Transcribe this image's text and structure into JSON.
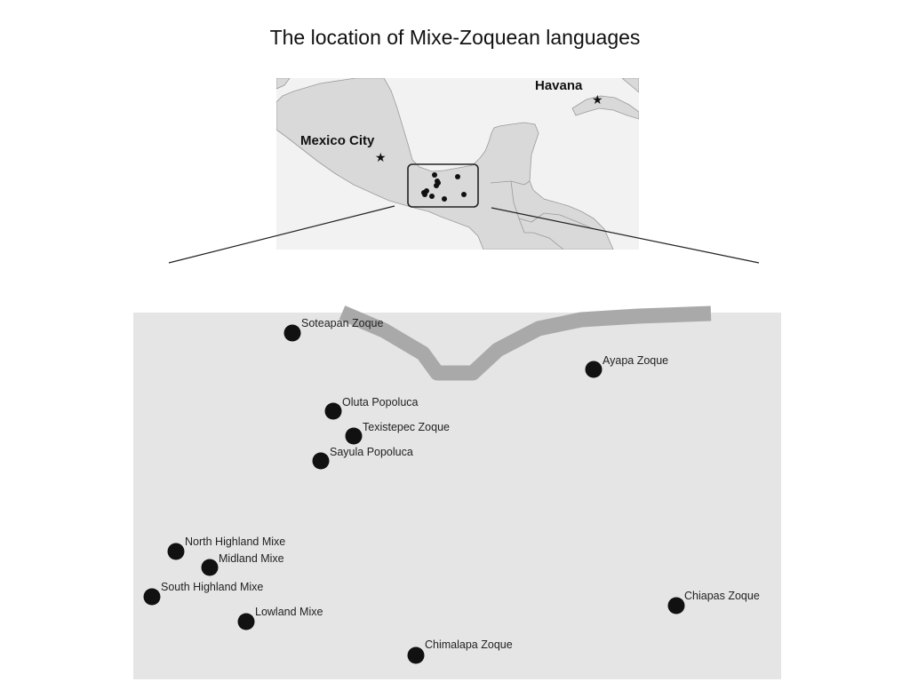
{
  "title": "The location of Mixe-Zoquean languages",
  "colors": {
    "land": "#d9d9d9",
    "sea": "#f2f2f2",
    "detail_background": "#e5e5e5",
    "coast_band": "#a9a9a9",
    "dot": "#111111",
    "border": "#888888"
  },
  "overview_map": {
    "cities": [
      {
        "name": "Mexico City",
        "icon": "star-icon"
      },
      {
        "name": "Havana",
        "icon": "star-icon"
      }
    ]
  },
  "detail_map": {
    "languages": [
      {
        "name": "Soteapan Zoque"
      },
      {
        "name": "Ayapa Zoque"
      },
      {
        "name": "Oluta Popoluca"
      },
      {
        "name": "Texistepec Zoque"
      },
      {
        "name": "Sayula Popoluca"
      },
      {
        "name": "North Highland Mixe"
      },
      {
        "name": "Midland Mixe"
      },
      {
        "name": "South Highland Mixe"
      },
      {
        "name": "Lowland Mixe"
      },
      {
        "name": "Chimalapa Zoque"
      },
      {
        "name": "Chiapas Zoque"
      }
    ]
  }
}
